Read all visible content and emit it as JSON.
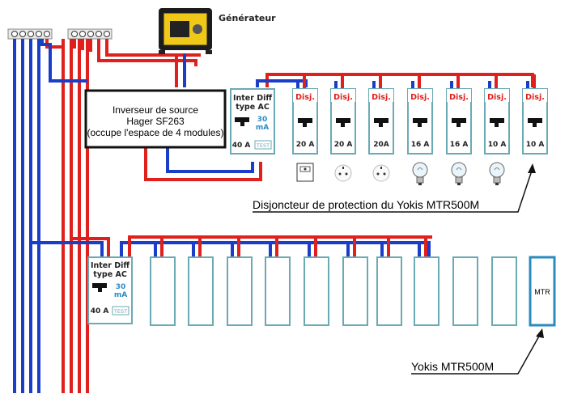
{
  "generator_label": "Générateur",
  "inverter": {
    "line1": "Inverseur de source",
    "line2": "Hager SF263",
    "line3": "(occupe l'espace de 4 modules)"
  },
  "top_rail": {
    "rcd": {
      "title1": "Inter Diff",
      "title2": "type AC",
      "sens": "30",
      "sens_unit": "mA",
      "rating": "40 A",
      "test": "TEST"
    },
    "breakers": [
      {
        "label": "Disj.",
        "rating": "20 A",
        "load": "switch-icon"
      },
      {
        "label": "Disj.",
        "rating": "20 A",
        "load": "socket-icon"
      },
      {
        "label": "Disj.",
        "rating": "20A",
        "load": "socket-icon"
      },
      {
        "label": "Disj.",
        "rating": "16 A",
        "load": "bulb-icon"
      },
      {
        "label": "Disj.",
        "rating": "16 A",
        "load": "bulb-icon"
      },
      {
        "label": "Disj.",
        "rating": "10 A",
        "load": "bulb-icon"
      },
      {
        "label": "Disj.",
        "rating": "10 A",
        "load": ""
      }
    ]
  },
  "annotation_breaker": "Disjoncteur de protection du Yokis MTR500M",
  "bottom_rail": {
    "rcd": {
      "title1": "Inter Diff",
      "title2": "type AC",
      "sens": "30",
      "sens_unit": "mA",
      "rating": "40 A",
      "test": "TEST"
    },
    "mtr_label": "MTR"
  },
  "annotation_mtr": "Yokis MTR500M",
  "colors": {
    "phase": "#e0201c",
    "neutral": "#1a3ec8",
    "module_border": "#6aaab5",
    "mtr_border": "#2a8bbf"
  }
}
